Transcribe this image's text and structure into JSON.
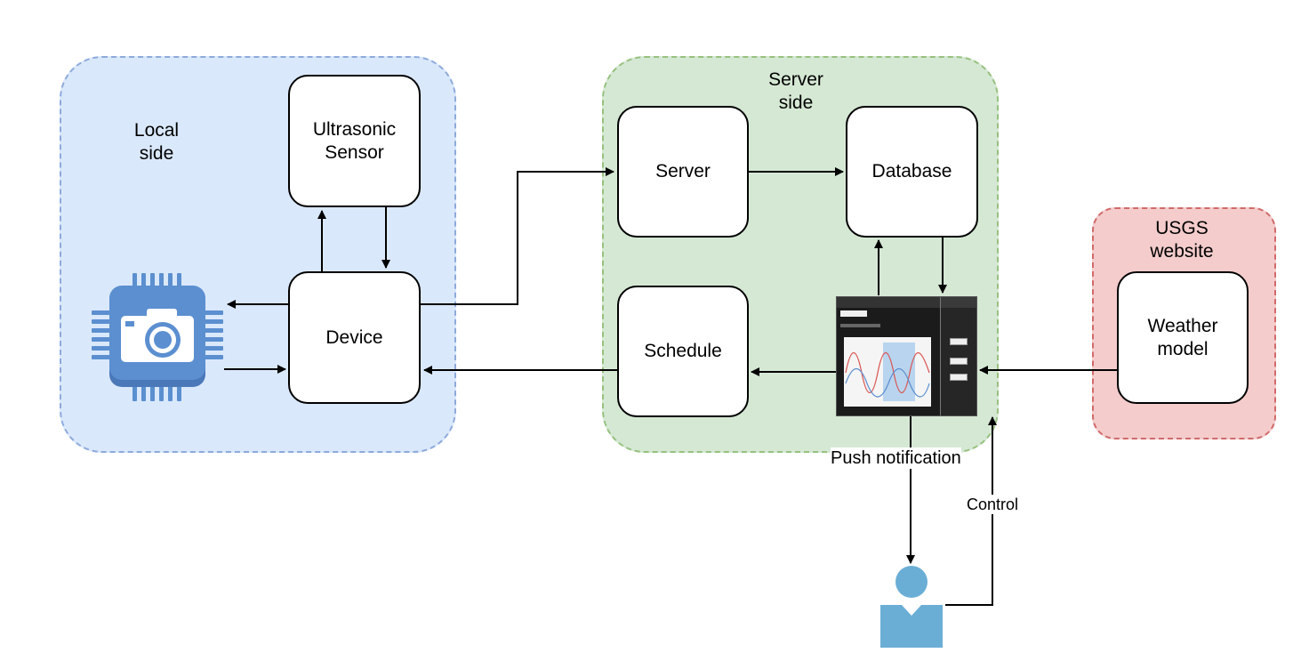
{
  "regions": {
    "local": "Local\nside",
    "server": "Server\nside",
    "usgs": "USGS\nwebsite"
  },
  "nodes": {
    "ultrasonic_sensor": "Ultrasonic\nSensor",
    "device": "Device",
    "server": "Server",
    "database": "Database",
    "schedule": "Schedule",
    "weather_model": "Weather\nmodel"
  },
  "icons": {
    "camera_chip": "camera-chip-icon",
    "user": "user-icon",
    "dashboard": "dashboard-screenshot"
  },
  "edge_labels": {
    "push_notification": "Push notification",
    "control": "Control"
  },
  "colors": {
    "local_fill": "#dae8fc",
    "local_border": "#8eaadb",
    "server_fill": "#d5e8d4",
    "server_border": "#97c17f",
    "usgs_fill": "#f4cccc",
    "usgs_border": "#d06a6a",
    "icon_blue": "#5b8fd0",
    "user_blue": "#6aaed6"
  }
}
